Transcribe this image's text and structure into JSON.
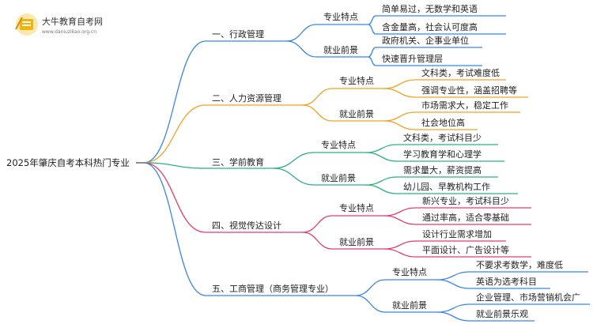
{
  "logo": {
    "name": "大牛教育自考网",
    "url": "www.daniuzikao.org.cn"
  },
  "root": "2025年肇庆自考本科热门专业",
  "branches": [
    {
      "label": "一、行政管理",
      "color": "#3a86e8",
      "groups": [
        {
          "label": "专业特点",
          "items": [
            "简单易过，无数学和英语",
            "含金量高，社会认可度高"
          ]
        },
        {
          "label": "就业前景",
          "items": [
            "政府机关、企事业单位",
            "快速晋升管理层"
          ]
        }
      ]
    },
    {
      "label": "二、人力资源管理",
      "color": "#f0a320",
      "groups": [
        {
          "label": "专业特点",
          "items": [
            "文科类，考试难度低",
            "强调专业性，涵盖招聘等"
          ]
        },
        {
          "label": "就业前景",
          "items": [
            "市场需求大，稳定工作",
            "社会地位高"
          ]
        }
      ]
    },
    {
      "label": "三、学前教育",
      "color": "#2cb07d",
      "groups": [
        {
          "label": "专业特点",
          "items": [
            "文科类，考试科目少",
            "学习教育学和心理学"
          ]
        },
        {
          "label": "就业前景",
          "items": [
            "需求量大，薪资提高",
            "幼儿园、早教机构工作"
          ]
        }
      ]
    },
    {
      "label": "四、视觉传达设计",
      "color": "#e83a70",
      "groups": [
        {
          "label": "专业特点",
          "items": [
            "新兴专业，考试科目少",
            "通过率高，适合零基础"
          ]
        },
        {
          "label": "就业前景",
          "items": [
            "设计行业需求增加",
            "平面设计、广告设计等"
          ]
        }
      ]
    },
    {
      "label": "五、工商管理（商务管理专业）",
      "color": "#3a86e8",
      "groups": [
        {
          "label": "专业特点",
          "items": [
            "不要求考数学，难度低",
            "英语为选考科目"
          ]
        },
        {
          "label": "就业前景",
          "items": [
            "企业管理、市场营销机会广",
            "就业前景乐观"
          ]
        }
      ]
    }
  ]
}
